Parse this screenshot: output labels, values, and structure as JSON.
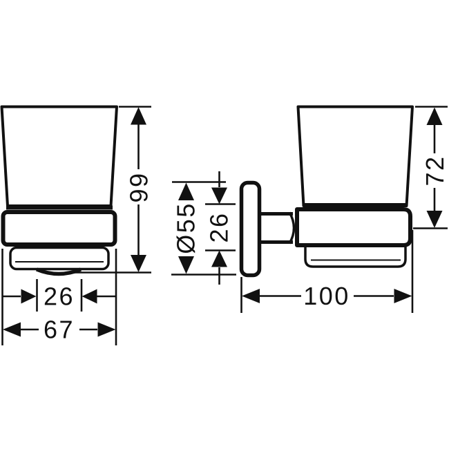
{
  "colors": {
    "background": "#ffffff",
    "line": "#111111"
  },
  "dimensions": {
    "front_height": "99",
    "front_bottom_width": "26",
    "front_width": "67",
    "plate_diameter": "Ø55",
    "arm_diameter": "26",
    "side_height": "72",
    "depth": "100"
  }
}
